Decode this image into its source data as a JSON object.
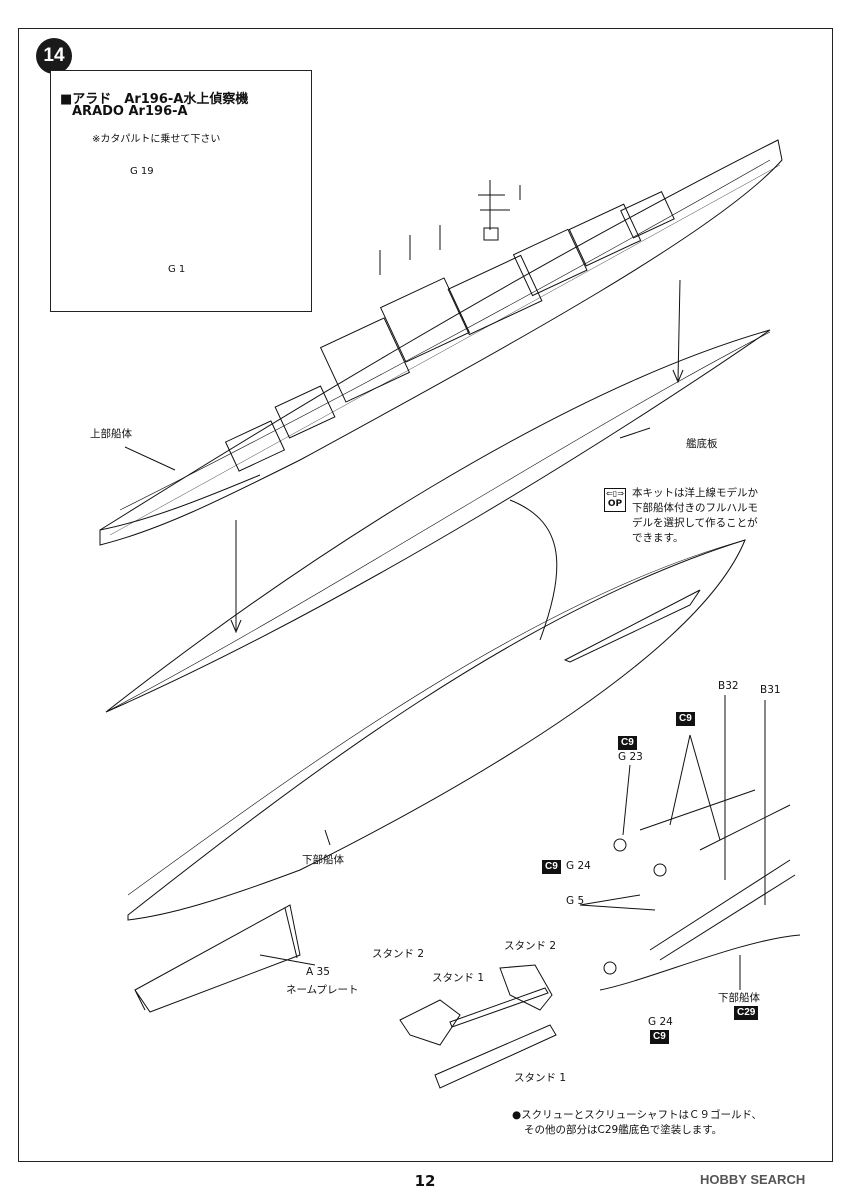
{
  "step": {
    "number": "14"
  },
  "inset": {
    "title_jp": "■アラド　Ar196-A水上偵察機",
    "title_en": "ARADO Ar196-A",
    "note": "※カタパルトに乗せて下さい",
    "labels": {
      "g19": "G 19",
      "g1": "G 1"
    }
  },
  "labels": {
    "upper_hull": "上部船体",
    "keel_plate": "艦底板",
    "lower_hull": "下部船体",
    "name_plate_part": "A 35",
    "name_plate": "ネームプレート",
    "stand2_left": "スタンド 2",
    "stand2_right": "スタンド 2",
    "stand1_top": "スタンド 1",
    "stand1_bottom": "スタンド 1",
    "b32": "B32",
    "b31": "B31",
    "c9_a": "C9",
    "c9_b": "C9",
    "g23": "G 23",
    "c9_c": "C9",
    "g24_top": "G 24",
    "g5": "G 5",
    "g24_bottom": "G 24",
    "c9_d": "C9",
    "lower_hull_right": "下部船体",
    "c29": "C29"
  },
  "option": {
    "icon_top": "⇐▯⇒",
    "icon_bottom": "OP",
    "text_lines": [
      "本キットは洋上線モデルか",
      "下部船体付きのフルハルモ",
      "デルを選択して作ることが",
      "できます。"
    ]
  },
  "paint_note": [
    "●スクリューとスクリューシャフトはＣ９ゴールド、",
    "その他の部分はC29艦底色で塗装します。"
  ],
  "page_number": "12",
  "watermark": "HOBBY SEARCH",
  "colors": {
    "ink": "#111111",
    "badge": "#111111",
    "paper": "#ffffff"
  }
}
